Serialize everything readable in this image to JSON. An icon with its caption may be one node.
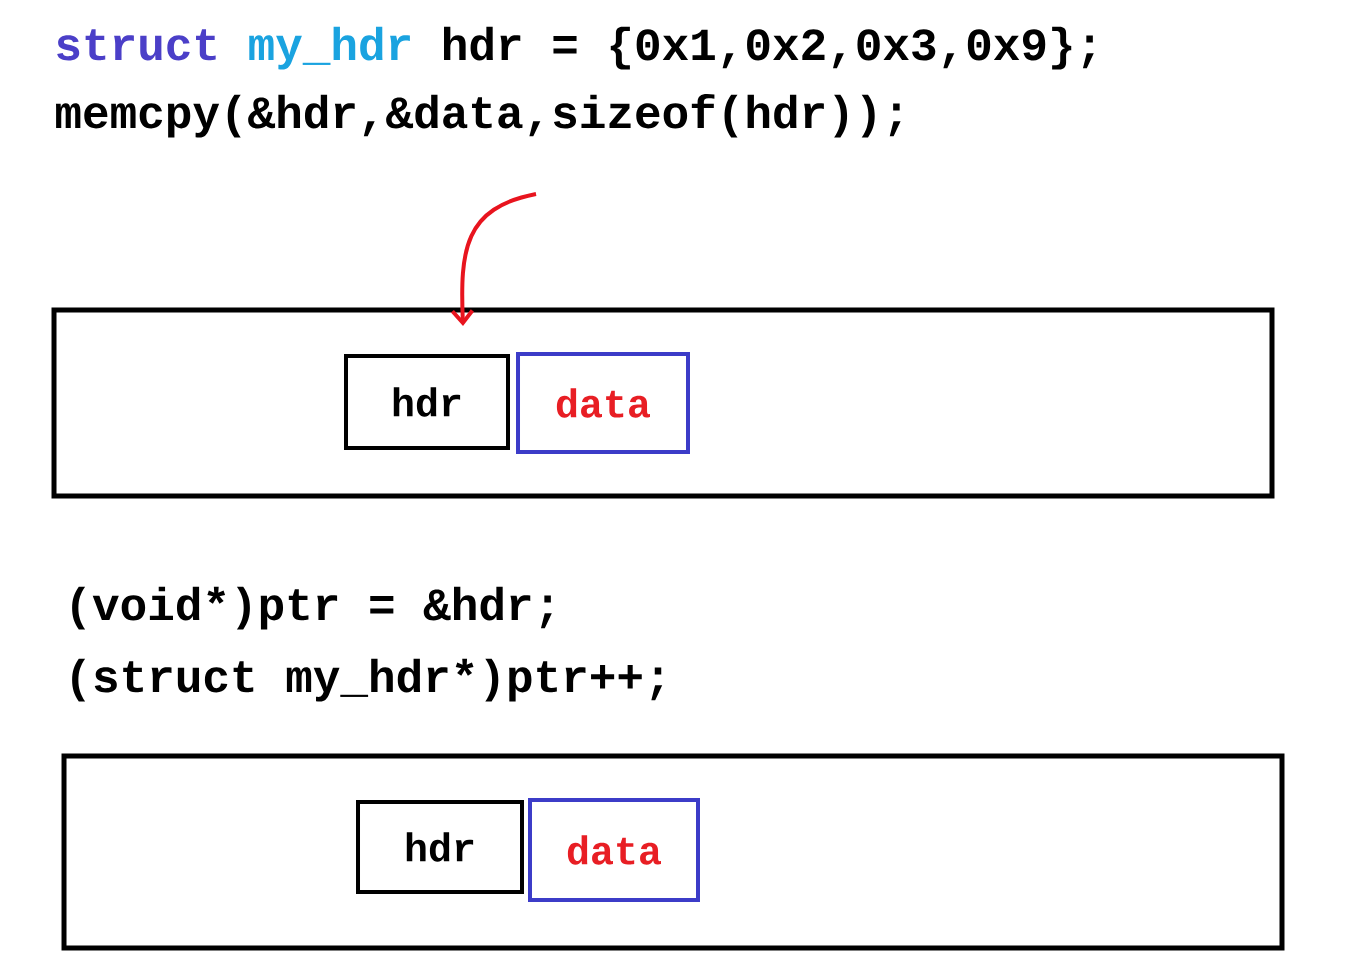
{
  "diagram": {
    "nodes": [
      {
        "text": [],
        "shape": "box"
      },
      {
        "text": [
          "hdr"
        ],
        "in": 0
      },
      {
        "text": [
          "data"
        ],
        "in": 0
      },
      {
        "text": [],
        "shape": "box"
      },
      {
        "text": [
          "hdr"
        ],
        "in": 3
      },
      {
        "text": [
          "data"
        ],
        "in": 3
      }
    ],
    "edges": [
      {
        "from": null,
        "to": 1,
        "arrow": "to",
        "color": "#e8141e"
      }
    ],
    "labels": [
      "struct",
      "my_hdr",
      "hdr = {0x1,0x2,0x3,0x9};",
      "memcpy(&hdr,&data,sizeof(hdr));",
      "(void*)ptr = &hdr;",
      "(struct my_hdr*)ptr++;"
    ]
  }
}
